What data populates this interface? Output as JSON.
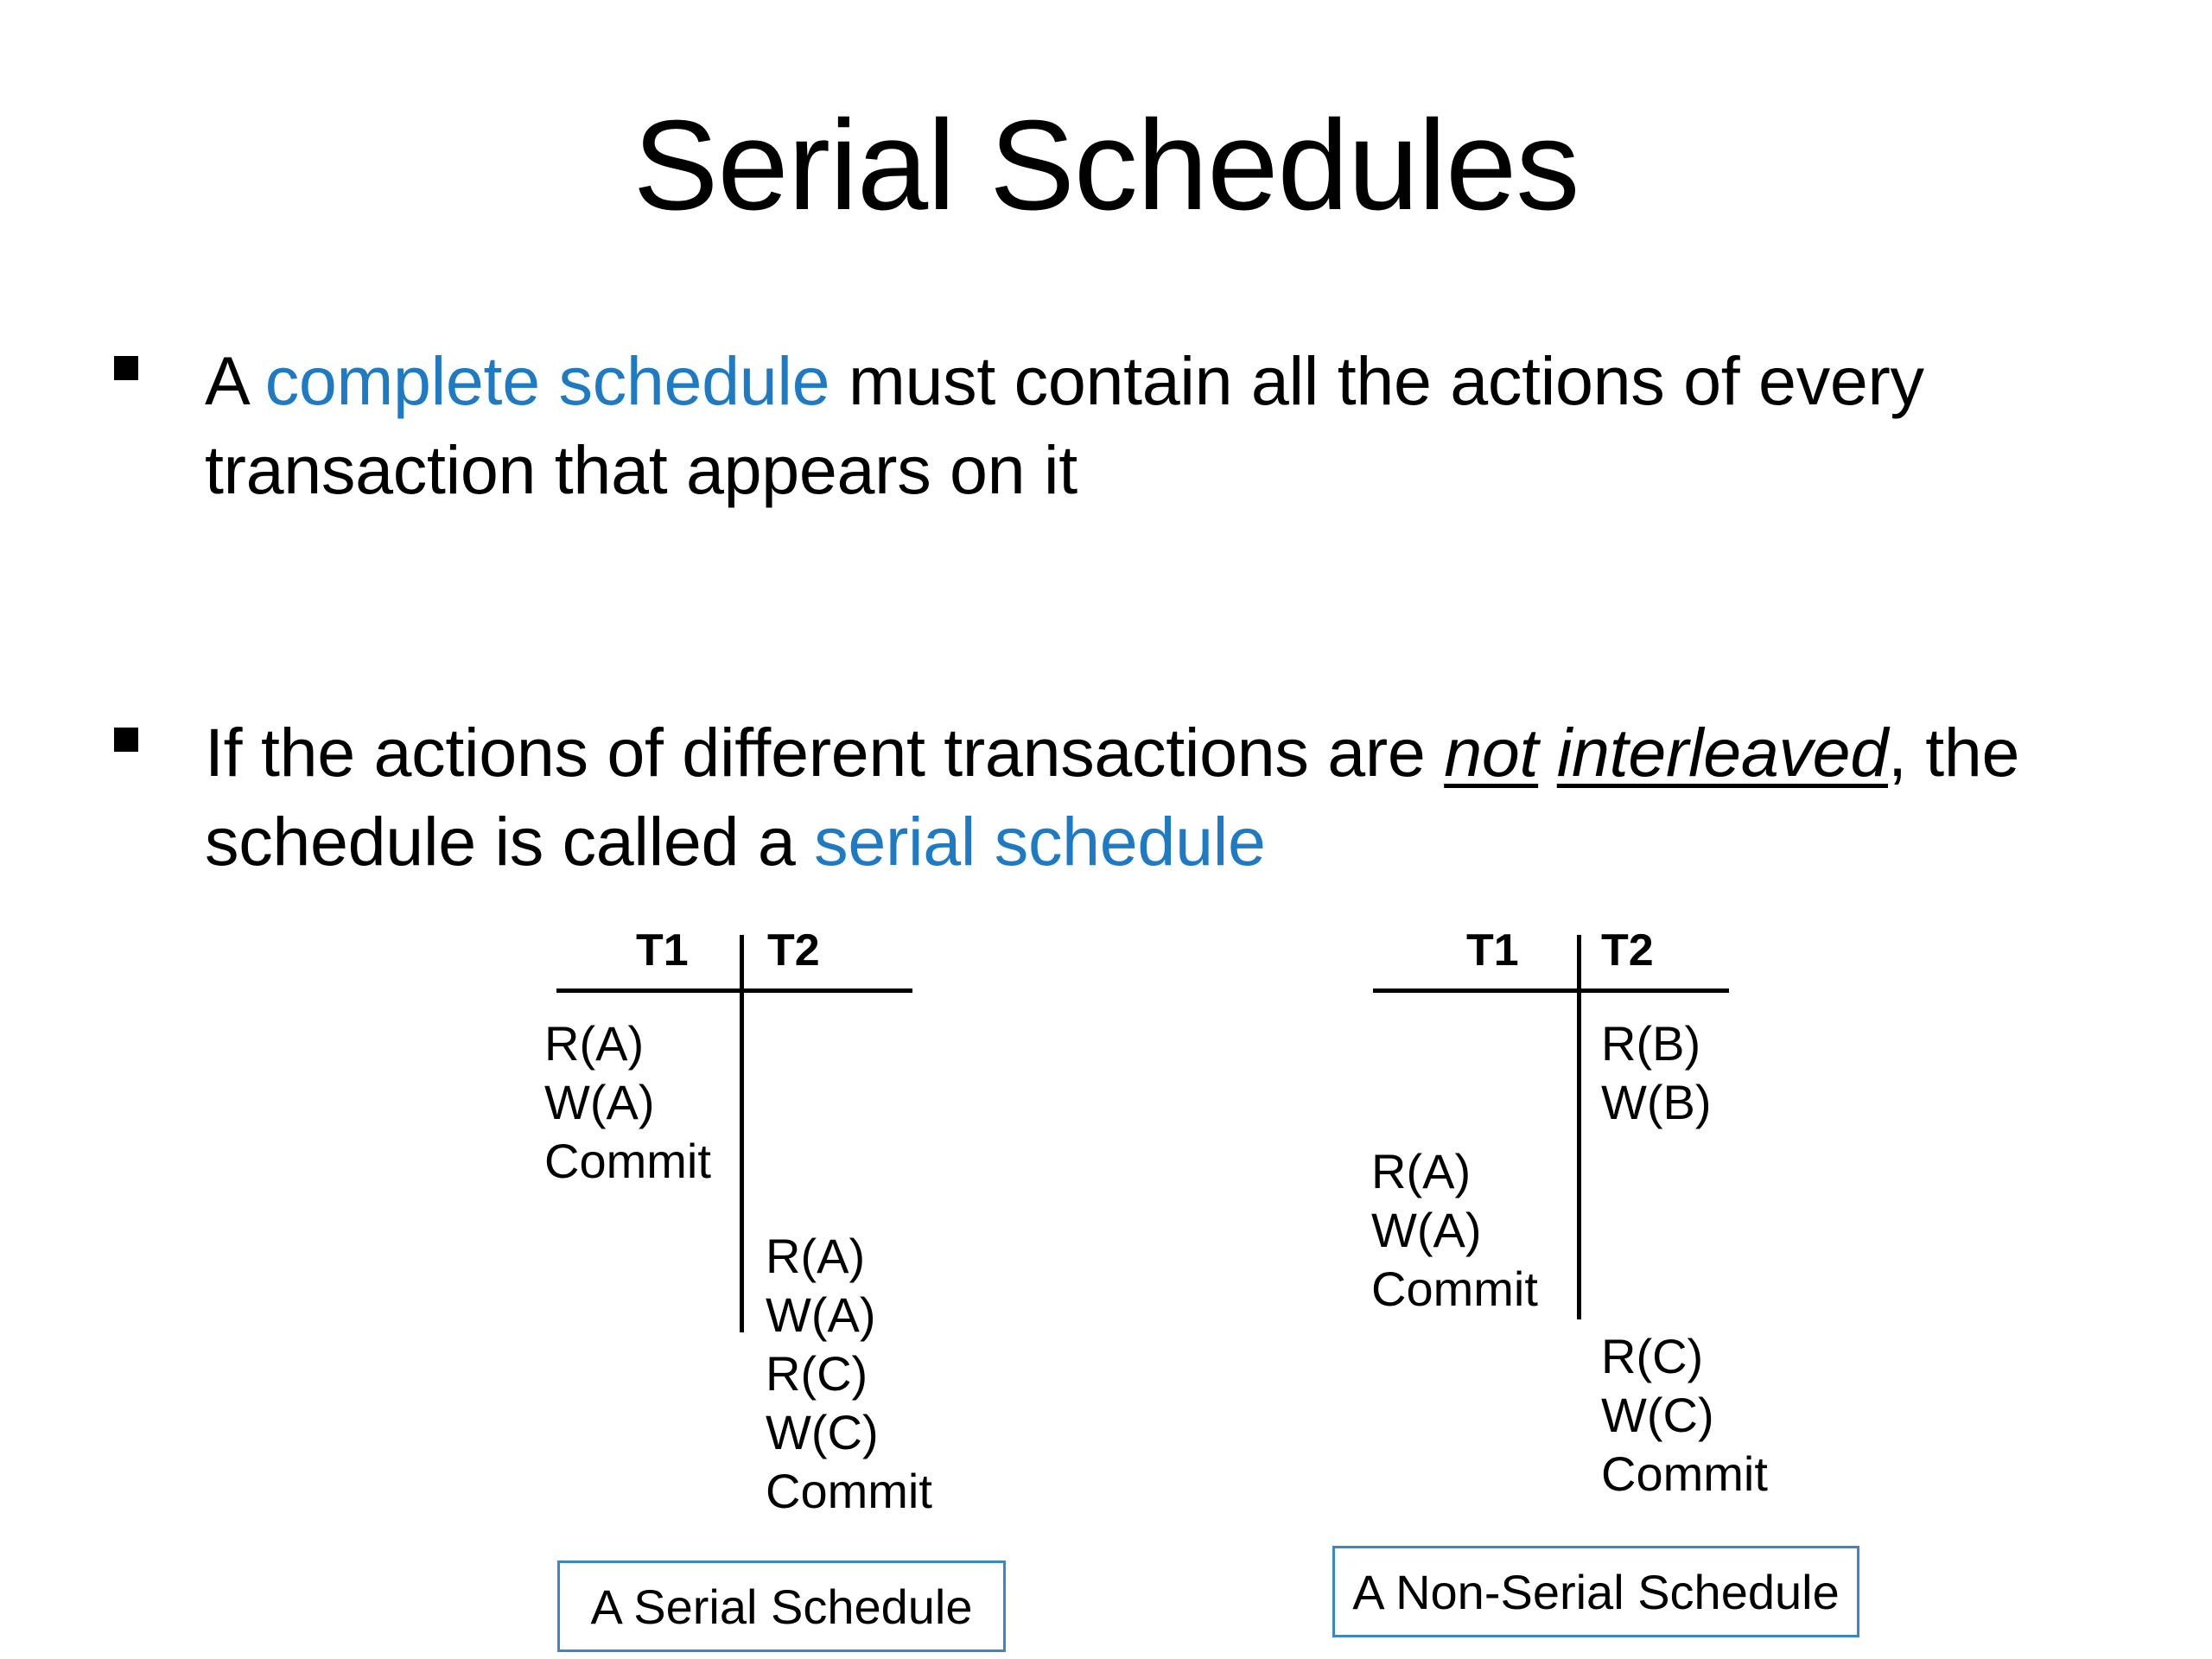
{
  "slide": {
    "title": "Serial Schedules",
    "accent_color": "#1F7AC4",
    "box_border_color": "#3A86C8",
    "background": "#FFFFFF"
  },
  "bullets": [
    {
      "marker": "square-bullet",
      "segments": [
        {
          "text": "A ",
          "style": "plain"
        },
        {
          "text": "complete schedule",
          "style": "accent"
        },
        {
          "text": " must contain all the actions of every transaction that appears on it",
          "style": "plain"
        }
      ],
      "parts": {
        "p1": "A ",
        "p2": "complete schedule",
        "p3": " must contain all the actions of every transaction that appears on it"
      }
    },
    {
      "marker": "square-bullet",
      "segments": [
        {
          "text": "If the actions of different transactions are ",
          "style": "plain"
        },
        {
          "text": "not",
          "style": "italic-underline"
        },
        {
          "text": " ",
          "style": "plain"
        },
        {
          "text": "interleaved",
          "style": "italic-underline"
        },
        {
          "text": ", the schedule is called a ",
          "style": "plain"
        },
        {
          "text": "serial schedule",
          "style": "accent"
        }
      ],
      "parts": {
        "p1": "If the actions of different transactions are ",
        "p2": "not",
        "p3": "interleaved",
        "p4": ", the schedule is called a ",
        "p5": "serial schedule"
      }
    }
  ],
  "schedules": [
    {
      "name": "serial-schedule",
      "columns": [
        "T1",
        "T2"
      ],
      "caption": "A Serial Schedule",
      "t1_ops": [
        "R(A)",
        "W(A)",
        "Commit"
      ],
      "t2_ops": [
        "R(A)",
        "W(A)",
        "R(C)",
        "W(C)",
        "Commit"
      ]
    },
    {
      "name": "non-serial-schedule",
      "columns": [
        "T1",
        "T2"
      ],
      "caption": "A Non-Serial Schedule",
      "t1_ops": [
        "R(A)",
        "W(A)",
        "Commit"
      ],
      "t2_ops": [
        "R(B)",
        "W(B)",
        "R(C)",
        "W(C)",
        "Commit"
      ]
    }
  ]
}
